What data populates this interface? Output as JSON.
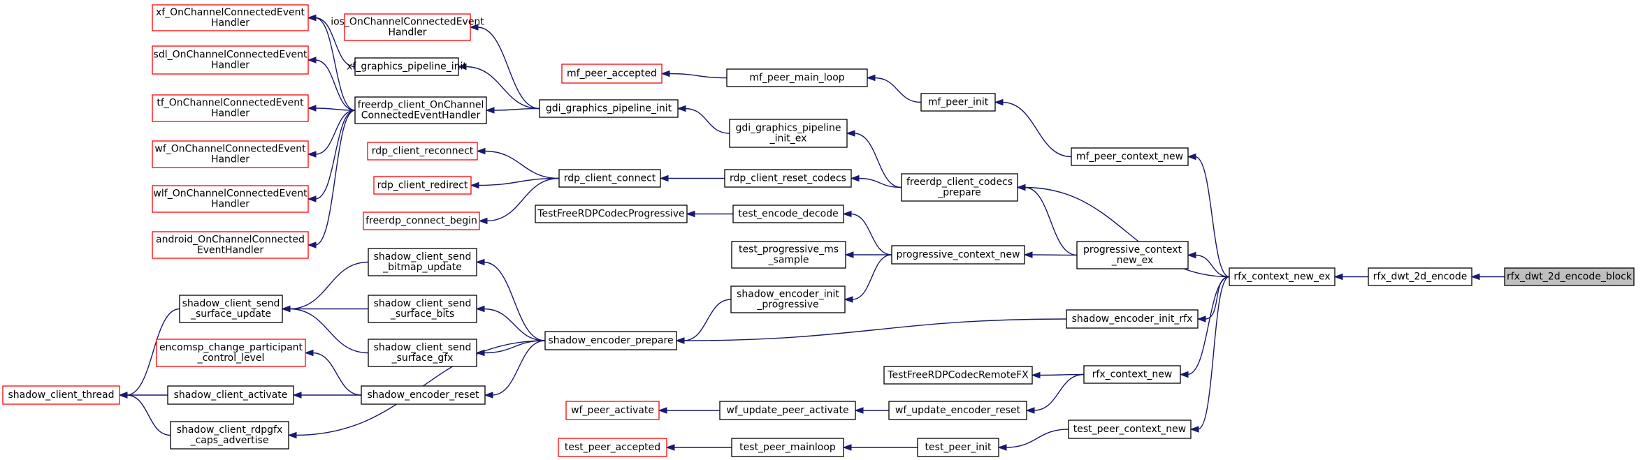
{
  "colors": {
    "edge": "#191970",
    "normal_border": "#000000",
    "external_border": "#ff0000",
    "root_fill": "#bfbfbf",
    "node_fill": "#ffffff"
  },
  "nodes": [
    {
      "id": "root",
      "lines": [
        "rfx_dwt_2d_encode_block"
      ],
      "style": "root"
    },
    {
      "id": "dwt2d",
      "lines": [
        "rfx_dwt_2d_encode"
      ],
      "style": "normal"
    },
    {
      "id": "rfxnewex",
      "lines": [
        "rfx_context_new_ex"
      ],
      "style": "normal"
    },
    {
      "id": "mfpeerctx",
      "lines": [
        "mf_peer_context_new"
      ],
      "style": "normal"
    },
    {
      "id": "mfpeerinit",
      "lines": [
        "mf_peer_init"
      ],
      "style": "normal"
    },
    {
      "id": "mfmainloop",
      "lines": [
        "mf_peer_main_loop"
      ],
      "style": "normal"
    },
    {
      "id": "mfaccepted",
      "lines": [
        "mf_peer_accepted"
      ],
      "style": "external"
    },
    {
      "id": "codecsprep",
      "lines": [
        "freerdp_client_codecs",
        "_prepare"
      ],
      "style": "normal"
    },
    {
      "id": "gdipipeex",
      "lines": [
        "gdi_graphics_pipeline",
        "_init_ex"
      ],
      "style": "normal"
    },
    {
      "id": "gdipipe",
      "lines": [
        "gdi_graphics_pipeline_init"
      ],
      "style": "normal"
    },
    {
      "id": "xfpipe",
      "lines": [
        "xf_graphics_pipeline_init"
      ],
      "style": "normal"
    },
    {
      "id": "iosconn",
      "lines": [
        "ios_OnChannelConnectedEvent",
        "Handler"
      ],
      "style": "external"
    },
    {
      "id": "fcconn",
      "lines": [
        "freerdp_client_OnChannel",
        "ConnectedEventHandler"
      ],
      "style": "normal"
    },
    {
      "id": "xfconn",
      "lines": [
        "xf_OnChannelConnectedEvent",
        "Handler"
      ],
      "style": "external"
    },
    {
      "id": "sdlconn",
      "lines": [
        "sdl_OnChannelConnectedEvent",
        "Handler"
      ],
      "style": "external"
    },
    {
      "id": "tfconn",
      "lines": [
        "tf_OnChannelConnectedEvent",
        "Handler"
      ],
      "style": "external"
    },
    {
      "id": "wfconn",
      "lines": [
        "wf_OnChannelConnectedEvent",
        "Handler"
      ],
      "style": "external"
    },
    {
      "id": "wlfconn",
      "lines": [
        "wlf_OnChannelConnectedEvent",
        "Handler"
      ],
      "style": "external"
    },
    {
      "id": "androidconn",
      "lines": [
        "android_OnChannelConnected",
        "EventHandler"
      ],
      "style": "external"
    },
    {
      "id": "resetcodecs",
      "lines": [
        "rdp_client_reset_codecs"
      ],
      "style": "normal"
    },
    {
      "id": "rdpconnect",
      "lines": [
        "rdp_client_connect"
      ],
      "style": "normal"
    },
    {
      "id": "reconnect",
      "lines": [
        "rdp_client_reconnect"
      ],
      "style": "external"
    },
    {
      "id": "redirect",
      "lines": [
        "rdp_client_redirect"
      ],
      "style": "external"
    },
    {
      "id": "connbegin",
      "lines": [
        "freerdp_connect_begin"
      ],
      "style": "external"
    },
    {
      "id": "progex",
      "lines": [
        "progressive_context",
        "_new_ex"
      ],
      "style": "normal"
    },
    {
      "id": "prognew",
      "lines": [
        "progressive_context_new"
      ],
      "style": "normal"
    },
    {
      "id": "encdec",
      "lines": [
        "test_encode_decode"
      ],
      "style": "normal"
    },
    {
      "id": "testprog",
      "lines": [
        "TestFreeRDPCodecProgressive"
      ],
      "style": "normal"
    },
    {
      "id": "testprogms",
      "lines": [
        "test_progressive_ms",
        "_sample"
      ],
      "style": "normal"
    },
    {
      "id": "encinitprog",
      "lines": [
        "shadow_encoder_init",
        "_progressive"
      ],
      "style": "normal"
    },
    {
      "id": "encprepare",
      "lines": [
        "shadow_encoder_prepare"
      ],
      "style": "normal"
    },
    {
      "id": "sendbitmap",
      "lines": [
        "shadow_client_send",
        "_bitmap_update"
      ],
      "style": "normal"
    },
    {
      "id": "sendsurface",
      "lines": [
        "shadow_client_send",
        "_surface_update"
      ],
      "style": "normal"
    },
    {
      "id": "sendbits",
      "lines": [
        "shadow_client_send",
        "_surface_bits"
      ],
      "style": "normal"
    },
    {
      "id": "sendgfx",
      "lines": [
        "shadow_client_send",
        "_surface_gfx"
      ],
      "style": "normal"
    },
    {
      "id": "encreset",
      "lines": [
        "shadow_encoder_reset"
      ],
      "style": "normal"
    },
    {
      "id": "encomsp",
      "lines": [
        "encomsp_change_participant",
        "_control_level"
      ],
      "style": "external"
    },
    {
      "id": "activate",
      "lines": [
        "shadow_client_activate"
      ],
      "style": "normal"
    },
    {
      "id": "clientthread",
      "lines": [
        "shadow_client_thread"
      ],
      "style": "external"
    },
    {
      "id": "rdpgfxcaps",
      "lines": [
        "shadow_client_rdpgfx",
        "_caps_advertise"
      ],
      "style": "normal"
    },
    {
      "id": "encinitrfx",
      "lines": [
        "shadow_encoder_init_rfx"
      ],
      "style": "normal"
    },
    {
      "id": "rfxnew",
      "lines": [
        "rfx_context_new"
      ],
      "style": "normal"
    },
    {
      "id": "testrfx",
      "lines": [
        "TestFreeRDPCodecRemoteFX"
      ],
      "style": "normal"
    },
    {
      "id": "wfencreset",
      "lines": [
        "wf_update_encoder_reset"
      ],
      "style": "normal"
    },
    {
      "id": "wfpeeractivate",
      "lines": [
        "wf_update_peer_activate"
      ],
      "style": "normal"
    },
    {
      "id": "wfactivate",
      "lines": [
        "wf_peer_activate"
      ],
      "style": "external"
    },
    {
      "id": "testpeerctx",
      "lines": [
        "test_peer_context_new"
      ],
      "style": "normal"
    },
    {
      "id": "testpeerinit",
      "lines": [
        "test_peer_init"
      ],
      "style": "normal"
    },
    {
      "id": "testmainloop",
      "lines": [
        "test_peer_mainloop"
      ],
      "style": "normal"
    },
    {
      "id": "testaccepted",
      "lines": [
        "test_peer_accepted"
      ],
      "style": "external"
    }
  ],
  "edges": [
    [
      "dwt2d",
      "root"
    ],
    [
      "rfxnewex",
      "dwt2d"
    ],
    [
      "mfpeerctx",
      "rfxnewex"
    ],
    [
      "mfpeerinit",
      "mfpeerctx"
    ],
    [
      "mfmainloop",
      "mfpeerinit"
    ],
    [
      "mfaccepted",
      "mfmainloop"
    ],
    [
      "codecsprep",
      "rfxnewex"
    ],
    [
      "gdipipeex",
      "codecsprep"
    ],
    [
      "gdipipe",
      "gdipipeex"
    ],
    [
      "xfpipe",
      "gdipipe"
    ],
    [
      "iosconn",
      "gdipipe"
    ],
    [
      "fcconn",
      "gdipipe"
    ],
    [
      "xfconn",
      "xfpipe"
    ],
    [
      "xfconn",
      "fcconn"
    ],
    [
      "sdlconn",
      "fcconn"
    ],
    [
      "tfconn",
      "fcconn"
    ],
    [
      "wfconn",
      "fcconn"
    ],
    [
      "wlfconn",
      "fcconn"
    ],
    [
      "androidconn",
      "fcconn"
    ],
    [
      "resetcodecs",
      "codecsprep"
    ],
    [
      "rdpconnect",
      "resetcodecs"
    ],
    [
      "reconnect",
      "rdpconnect"
    ],
    [
      "redirect",
      "rdpconnect"
    ],
    [
      "connbegin",
      "rdpconnect"
    ],
    [
      "progex",
      "rfxnewex"
    ],
    [
      "codecsprep",
      "progex"
    ],
    [
      "prognew",
      "progex"
    ],
    [
      "encdec",
      "prognew"
    ],
    [
      "testprog",
      "encdec"
    ],
    [
      "testprogms",
      "prognew"
    ],
    [
      "encinitprog",
      "prognew"
    ],
    [
      "encprepare",
      "encinitprog"
    ],
    [
      "sendbitmap",
      "encprepare"
    ],
    [
      "sendsurface",
      "sendbitmap"
    ],
    [
      "sendsurface",
      "sendbits"
    ],
    [
      "sendsurface",
      "sendgfx"
    ],
    [
      "sendbits",
      "encprepare"
    ],
    [
      "sendgfx",
      "encprepare"
    ],
    [
      "encreset",
      "encprepare"
    ],
    [
      "rdpgfxcaps",
      "encprepare"
    ],
    [
      "encomsp",
      "encreset"
    ],
    [
      "activate",
      "encreset"
    ],
    [
      "clientthread",
      "activate"
    ],
    [
      "clientthread",
      "sendsurface"
    ],
    [
      "clientthread",
      "rdpgfxcaps"
    ],
    [
      "encprepare",
      "encinitrfx"
    ],
    [
      "encinitrfx",
      "rfxnewex"
    ],
    [
      "rfxnew",
      "rfxnewex"
    ],
    [
      "testrfx",
      "rfxnew"
    ],
    [
      "wfencreset",
      "rfxnew"
    ],
    [
      "wfpeeractivate",
      "wfencreset"
    ],
    [
      "wfactivate",
      "wfpeeractivate"
    ],
    [
      "testpeerctx",
      "rfxnewex"
    ],
    [
      "testpeerinit",
      "testpeerctx"
    ],
    [
      "testmainloop",
      "testpeerinit"
    ],
    [
      "testaccepted",
      "testmainloop"
    ]
  ]
}
